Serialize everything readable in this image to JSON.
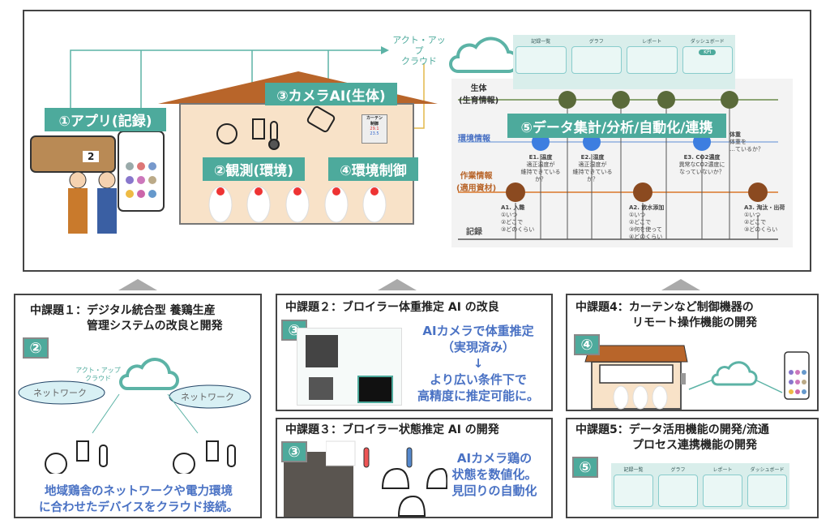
{
  "top": {
    "cloud_label": "アクト・アップ\nクラウド",
    "labels": {
      "app": "①アプリ(記録)",
      "camera": "③カメラAI(生体)",
      "observe": "②観測(環境)",
      "control": "④環境制御",
      "data": "⑤データ集計/分析/自動化/連携"
    },
    "curtain_panel": {
      "title": "カーテン\n制御",
      "v1": "29.1",
      "v2": "23.5"
    },
    "phone_value": "2",
    "dashboard_tabs": [
      "記録一覧",
      "グラフ",
      "レポート",
      "ダッシュボード"
    ],
    "kpi": "KPI",
    "rows": {
      "bio": "生体\n(生育情報)",
      "env": "環境情報",
      "work": "作業情報\n(適用資材)",
      "record": "記録"
    },
    "bio_items": [
      "体重",
      "体重を\n…ているか？"
    ],
    "env_items": [
      {
        "title": "E1. 温度",
        "desc": "適正温度が\n維持できているか？"
      },
      {
        "title": "E2. 湿度",
        "desc": "適正湿度が\n維持できている\nか？"
      },
      {
        "title": "E3. CO2濃度",
        "desc": "異常なCO2濃度に\nなっていないか？"
      }
    ],
    "work_items": [
      {
        "title": "A1. 入雛",
        "desc": "①いつ\n②どこで\n③どのくらい"
      },
      {
        "title": "A2. 飲水添加",
        "desc": "①いつ\n②どこで\n③何を使って\n④どのくらい"
      },
      {
        "title": "A3. 淘汰・出荷",
        "desc": "①いつ\n②どこで\n③どのくらい"
      }
    ]
  },
  "panels": [
    {
      "title": "中課題１：デジタル統合型 養鶏生産\n　　　　　管理システムの改良と開発",
      "badge": "②",
      "cloud": "アクト・アップ\nクラウド",
      "network": "ネットワーク",
      "text": "地域鶏舎のネットワークや電力環境\nに合わせたデバイスをクラウド接続。"
    },
    {
      "title": "中課題２：ブロイラー体重推定 AI の改良",
      "badge": "③",
      "text": "AIカメラで体重推定\n（実現済み）\n↓\nより広い条件下で\n高精度に推定可能に。"
    },
    {
      "title": "中課題３：ブロイラー状態推定 AI の開発",
      "badge": "③",
      "text": "AIカメラ鶏の\n状態を数値化。\n見回りの自動化"
    },
    {
      "title": "中課題4：カーテンなど制御機器の\n　　　　　リモート操作機能の開発",
      "badge": "④"
    },
    {
      "title": "中課題5：データ活用機能の開発/流通\n　　　　　プロセス連携機能の開発",
      "badge": "⑤",
      "tabs": [
        "記録一覧",
        "グラフ",
        "レポート",
        "ダッシュボード"
      ]
    }
  ],
  "colors": {
    "teal": "#4daa9c",
    "roof": "#b8652a",
    "wall": "#f8e2c8",
    "blue": "#4a72c4",
    "orange": "#d9772b"
  }
}
